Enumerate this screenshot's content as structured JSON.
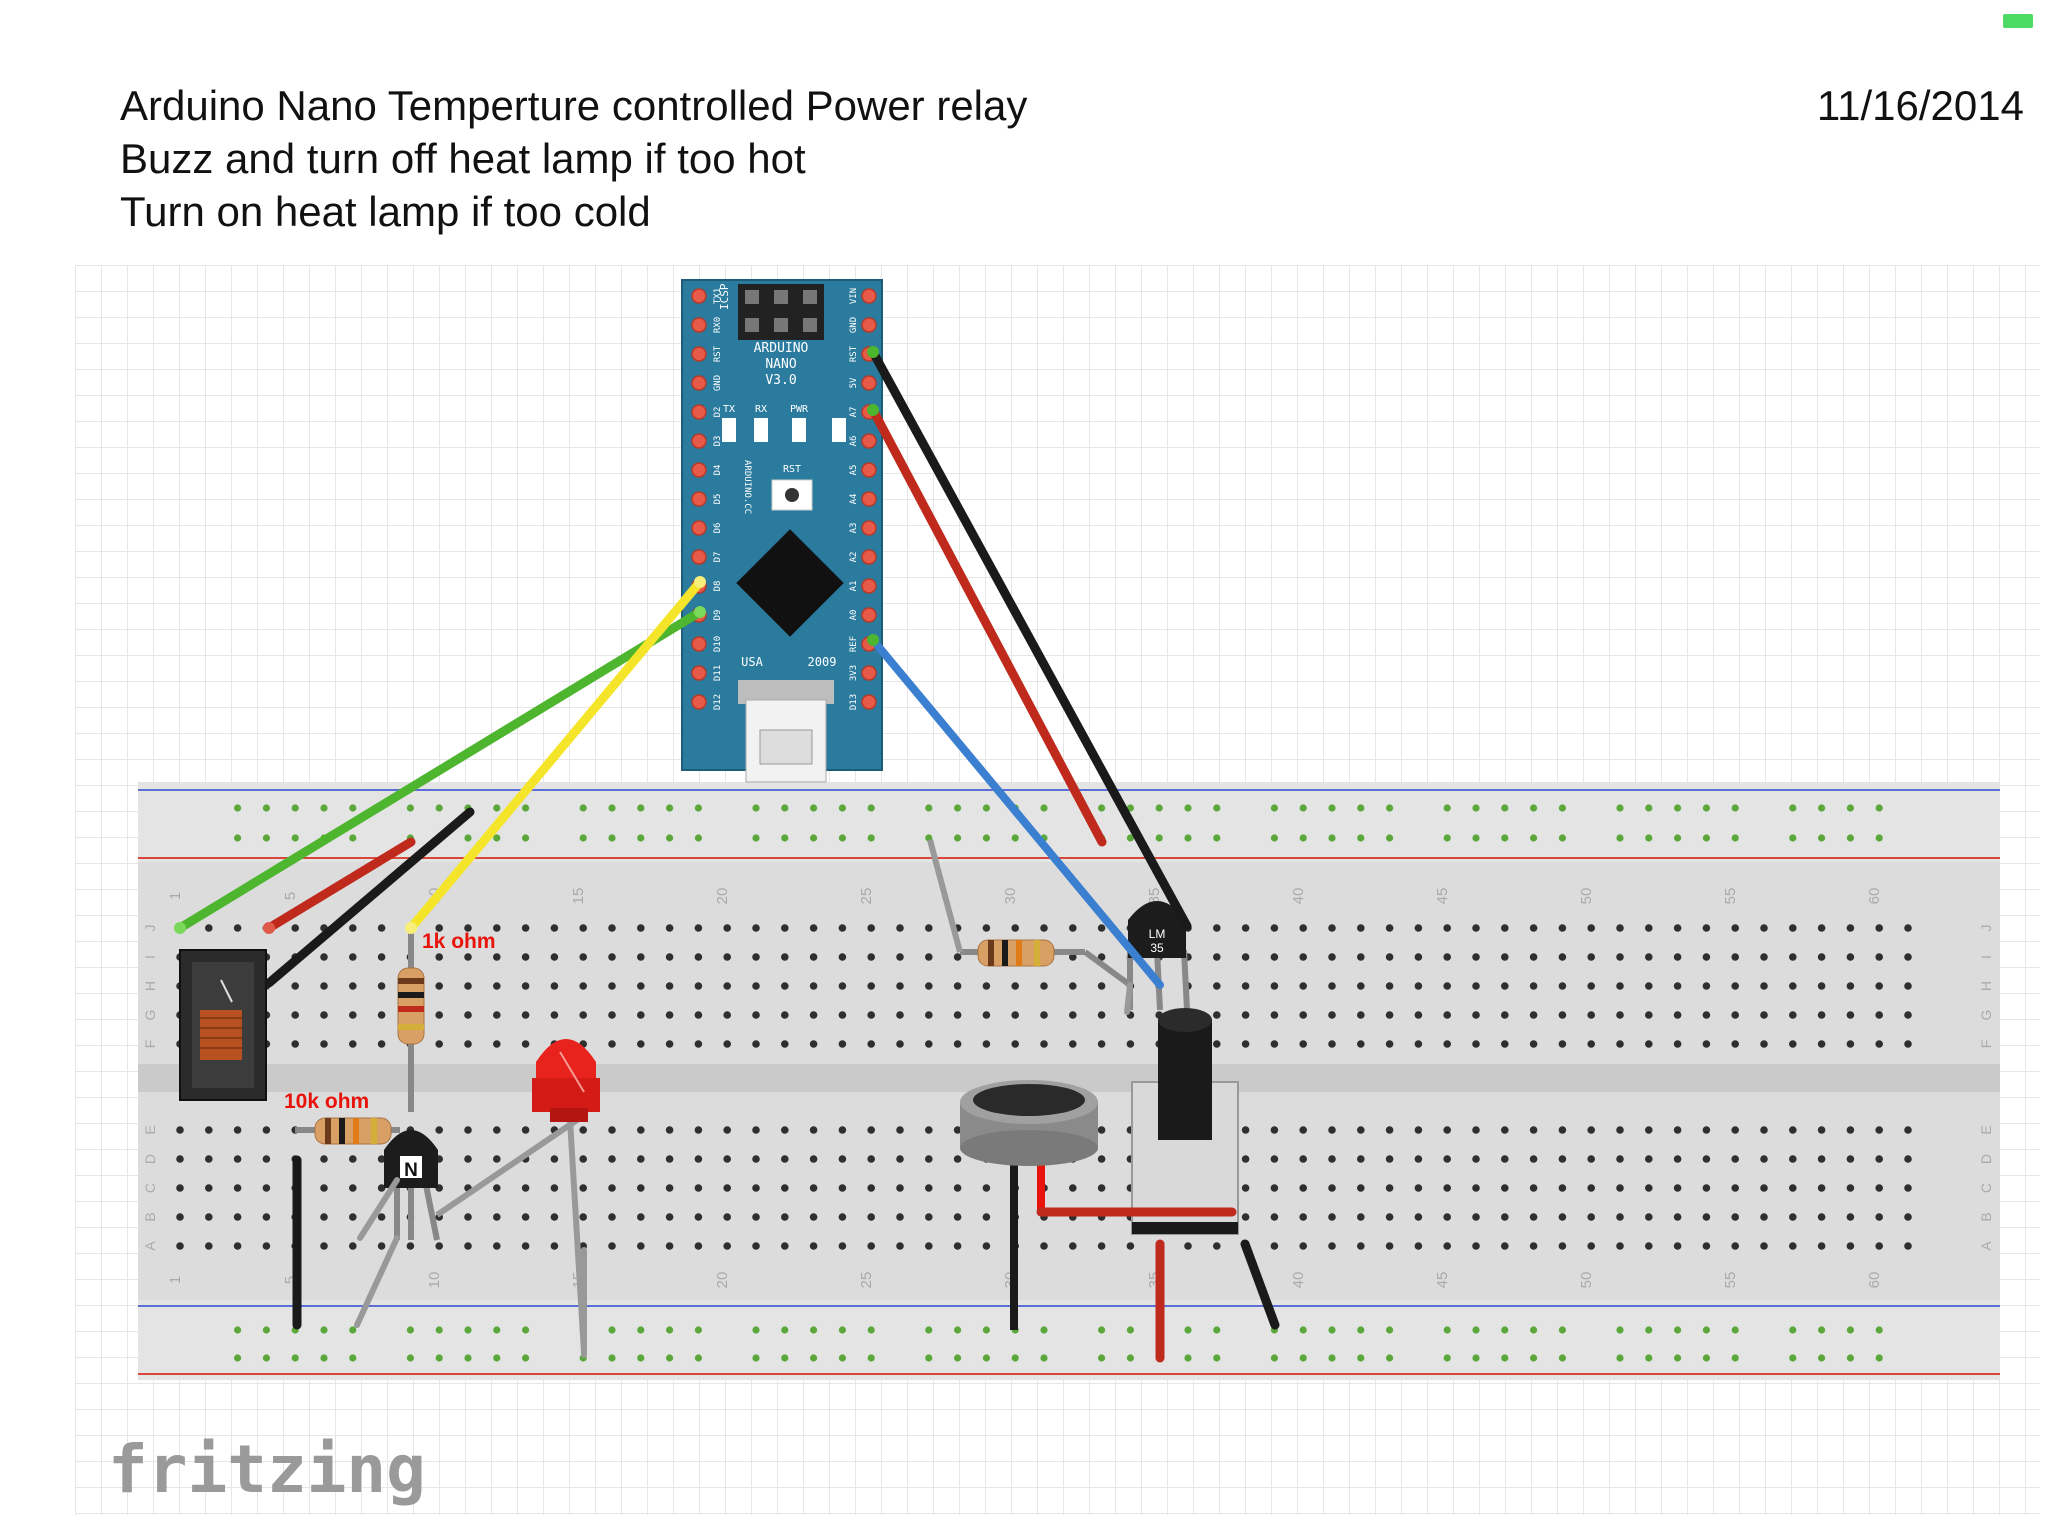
{
  "header": {
    "title_lines": [
      "Arduino Nano Temperture controlled Power relay",
      "Buzz and turn off heat lamp if too hot",
      "Turn on heat lamp if too cold"
    ],
    "date": "11/16/2014"
  },
  "arduino": {
    "name_lines": [
      "ARDUINO",
      "NANO",
      "V3.0"
    ],
    "icsp": "ICSP",
    "leds": [
      "TX",
      "RX",
      "PWR"
    ],
    "reset": "RST",
    "brand": "ARDUINO.CC",
    "footer_left": "USA",
    "footer_right": "2009",
    "left_pins": [
      "TX1",
      "RX0",
      "RST",
      "GND",
      "D2",
      "D3",
      "D4",
      "D5",
      "D6",
      "D7",
      "D8",
      "D9",
      "D10",
      "D11",
      "D12"
    ],
    "right_pins": [
      "VIN",
      "GND",
      "RST",
      "5V",
      "A7",
      "A6",
      "A5",
      "A4",
      "A3",
      "A2",
      "A1",
      "A0",
      "REF",
      "3V3",
      "D13"
    ]
  },
  "breadboard": {
    "column_numbers": [
      "1",
      "5",
      "10",
      "15",
      "20",
      "25",
      "30",
      "35",
      "40",
      "45",
      "50",
      "55",
      "60"
    ],
    "top_rows": [
      "J",
      "I",
      "H",
      "G",
      "F"
    ],
    "bottom_rows": [
      "E",
      "D",
      "C",
      "B",
      "A"
    ]
  },
  "labels": {
    "resistor_1k": "1k ohm",
    "resistor_10k": "10k ohm",
    "transistor": "N",
    "sensor_line1": "LM",
    "sensor_line2": "35"
  },
  "colors": {
    "label_red": "#e8140c",
    "wire_green": "#4db52e",
    "wire_yellow": "#f5e52a",
    "wire_red": "#c02a1c",
    "wire_black": "#1a1a1a",
    "wire_blue": "#3b7fd1",
    "board_blue": "#2a7b9e",
    "led_red": "#e8221c"
  },
  "logo": "fritzing"
}
